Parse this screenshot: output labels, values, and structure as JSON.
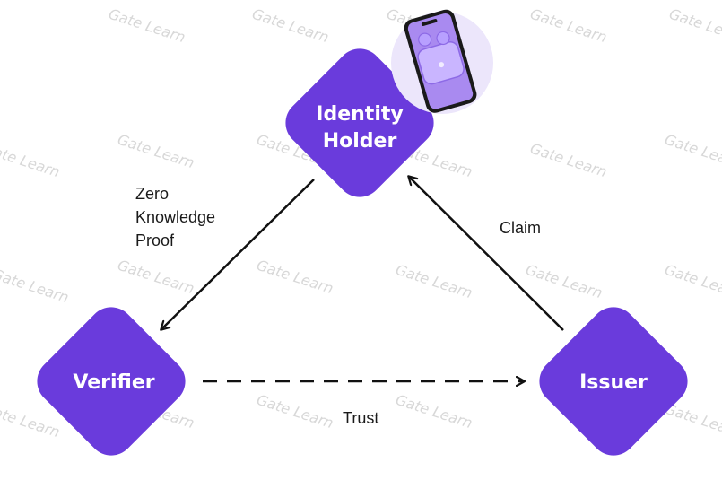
{
  "colors": {
    "node_fill": "#6a3bdc",
    "arrow": "#111111",
    "badge_bg": "#ece6fb",
    "phone_screen": "#a98af0"
  },
  "nodes": {
    "identity_holder": {
      "line1": "Identity",
      "line2": "Holder"
    },
    "verifier": {
      "label": "Verifier"
    },
    "issuer": {
      "label": "Issuer"
    }
  },
  "edges": {
    "zkp": {
      "line1": "Zero",
      "line2": "Knowledge",
      "line3": "Proof"
    },
    "claim": {
      "label": "Claim"
    },
    "trust": {
      "label": "Trust"
    }
  },
  "watermark": {
    "text": "Gate Learn"
  },
  "icons": {
    "badge": "phone-earbuds-icon"
  }
}
